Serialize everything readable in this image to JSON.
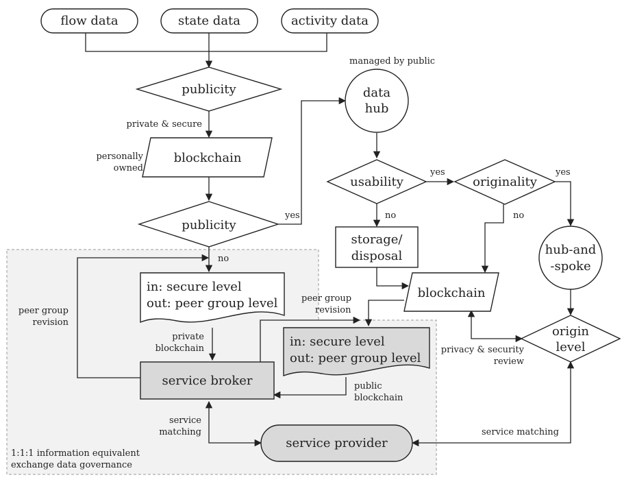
{
  "colors": {
    "stroke": "#222222",
    "white_fill": "#ffffff",
    "gray_fill": "#d9d9d9",
    "region_fill": "#f2f2f2",
    "region_border": "#999999"
  },
  "nodes": {
    "flow_data": "flow data",
    "state_data": "state data",
    "activity_data": "activity data",
    "publicity_1": "publicity",
    "blockchain_1": "blockchain",
    "publicity_2": "publicity",
    "data_hub": [
      "data",
      "hub"
    ],
    "usability": "usability",
    "originality": "originality",
    "storage_disposal": [
      "storage/",
      "disposal"
    ],
    "blockchain_2": "blockchain",
    "hub_and_spoke": [
      "hub-and",
      "-spoke"
    ],
    "origin_level": [
      "origin",
      "level"
    ],
    "doc_1": [
      "in: secure level",
      "out: peer group level"
    ],
    "doc_2": [
      "in: secure level",
      "out: peer group level"
    ],
    "service_broker": "service broker",
    "service_provider": "service provider"
  },
  "labels": {
    "managed_by_public": "managed by public",
    "private_secure": "private & secure",
    "personally_owned": [
      "personally",
      "owned"
    ],
    "yes_publicity": "yes",
    "no_publicity": "no",
    "yes_usability": "yes",
    "no_usability": "no",
    "yes_originality": "yes",
    "no_originality": "no",
    "peer_group_revision_left": [
      "peer group",
      "revision"
    ],
    "peer_group_revision_right": [
      "peer group",
      "revision"
    ],
    "private_blockchain": [
      "private",
      "blockchain"
    ],
    "public_blockchain": [
      "public",
      "blockchain"
    ],
    "privacy_security_review": [
      "privacy & security",
      "review"
    ],
    "service_matching_left": [
      "service",
      "matching"
    ],
    "service_matching_right": "service matching",
    "governance": [
      "1:1:1 information equivalent",
      "exchange data governance"
    ]
  }
}
